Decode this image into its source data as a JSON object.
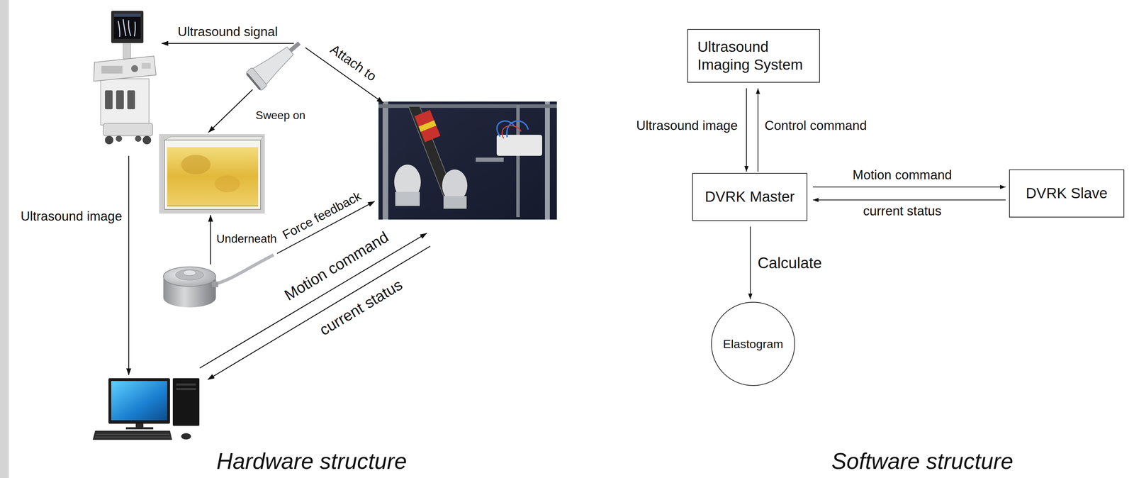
{
  "diagram": {
    "nodes": [
      {
        "text": [
          "Ultrasound Imaging System"
        ]
      },
      {
        "text": [
          "DVRK Master"
        ]
      },
      {
        "text": [
          "DVRK Slave"
        ]
      },
      {
        "text": [
          "Elastogram"
        ]
      }
    ],
    "edges": [
      {
        "from": 0,
        "to": 1,
        "label": "Ultrasound image",
        "arrow": "to"
      },
      {
        "from": 1,
        "to": 0,
        "label": "Control command",
        "arrow": "to"
      },
      {
        "from": 1,
        "to": 2,
        "label": "Motion command",
        "arrow": "to"
      },
      {
        "from": 2,
        "to": 1,
        "label": "current status",
        "arrow": "to"
      },
      {
        "from": 1,
        "to": 3,
        "label": "Calculate",
        "arrow": "to"
      }
    ],
    "labels": [
      "Ultrasound signal",
      "Attach to",
      "Sweep on",
      "Ultrasound image",
      "Underneath",
      "Force feedback",
      "Motion command",
      "current status",
      "Hardware structure",
      "Software structure"
    ]
  }
}
